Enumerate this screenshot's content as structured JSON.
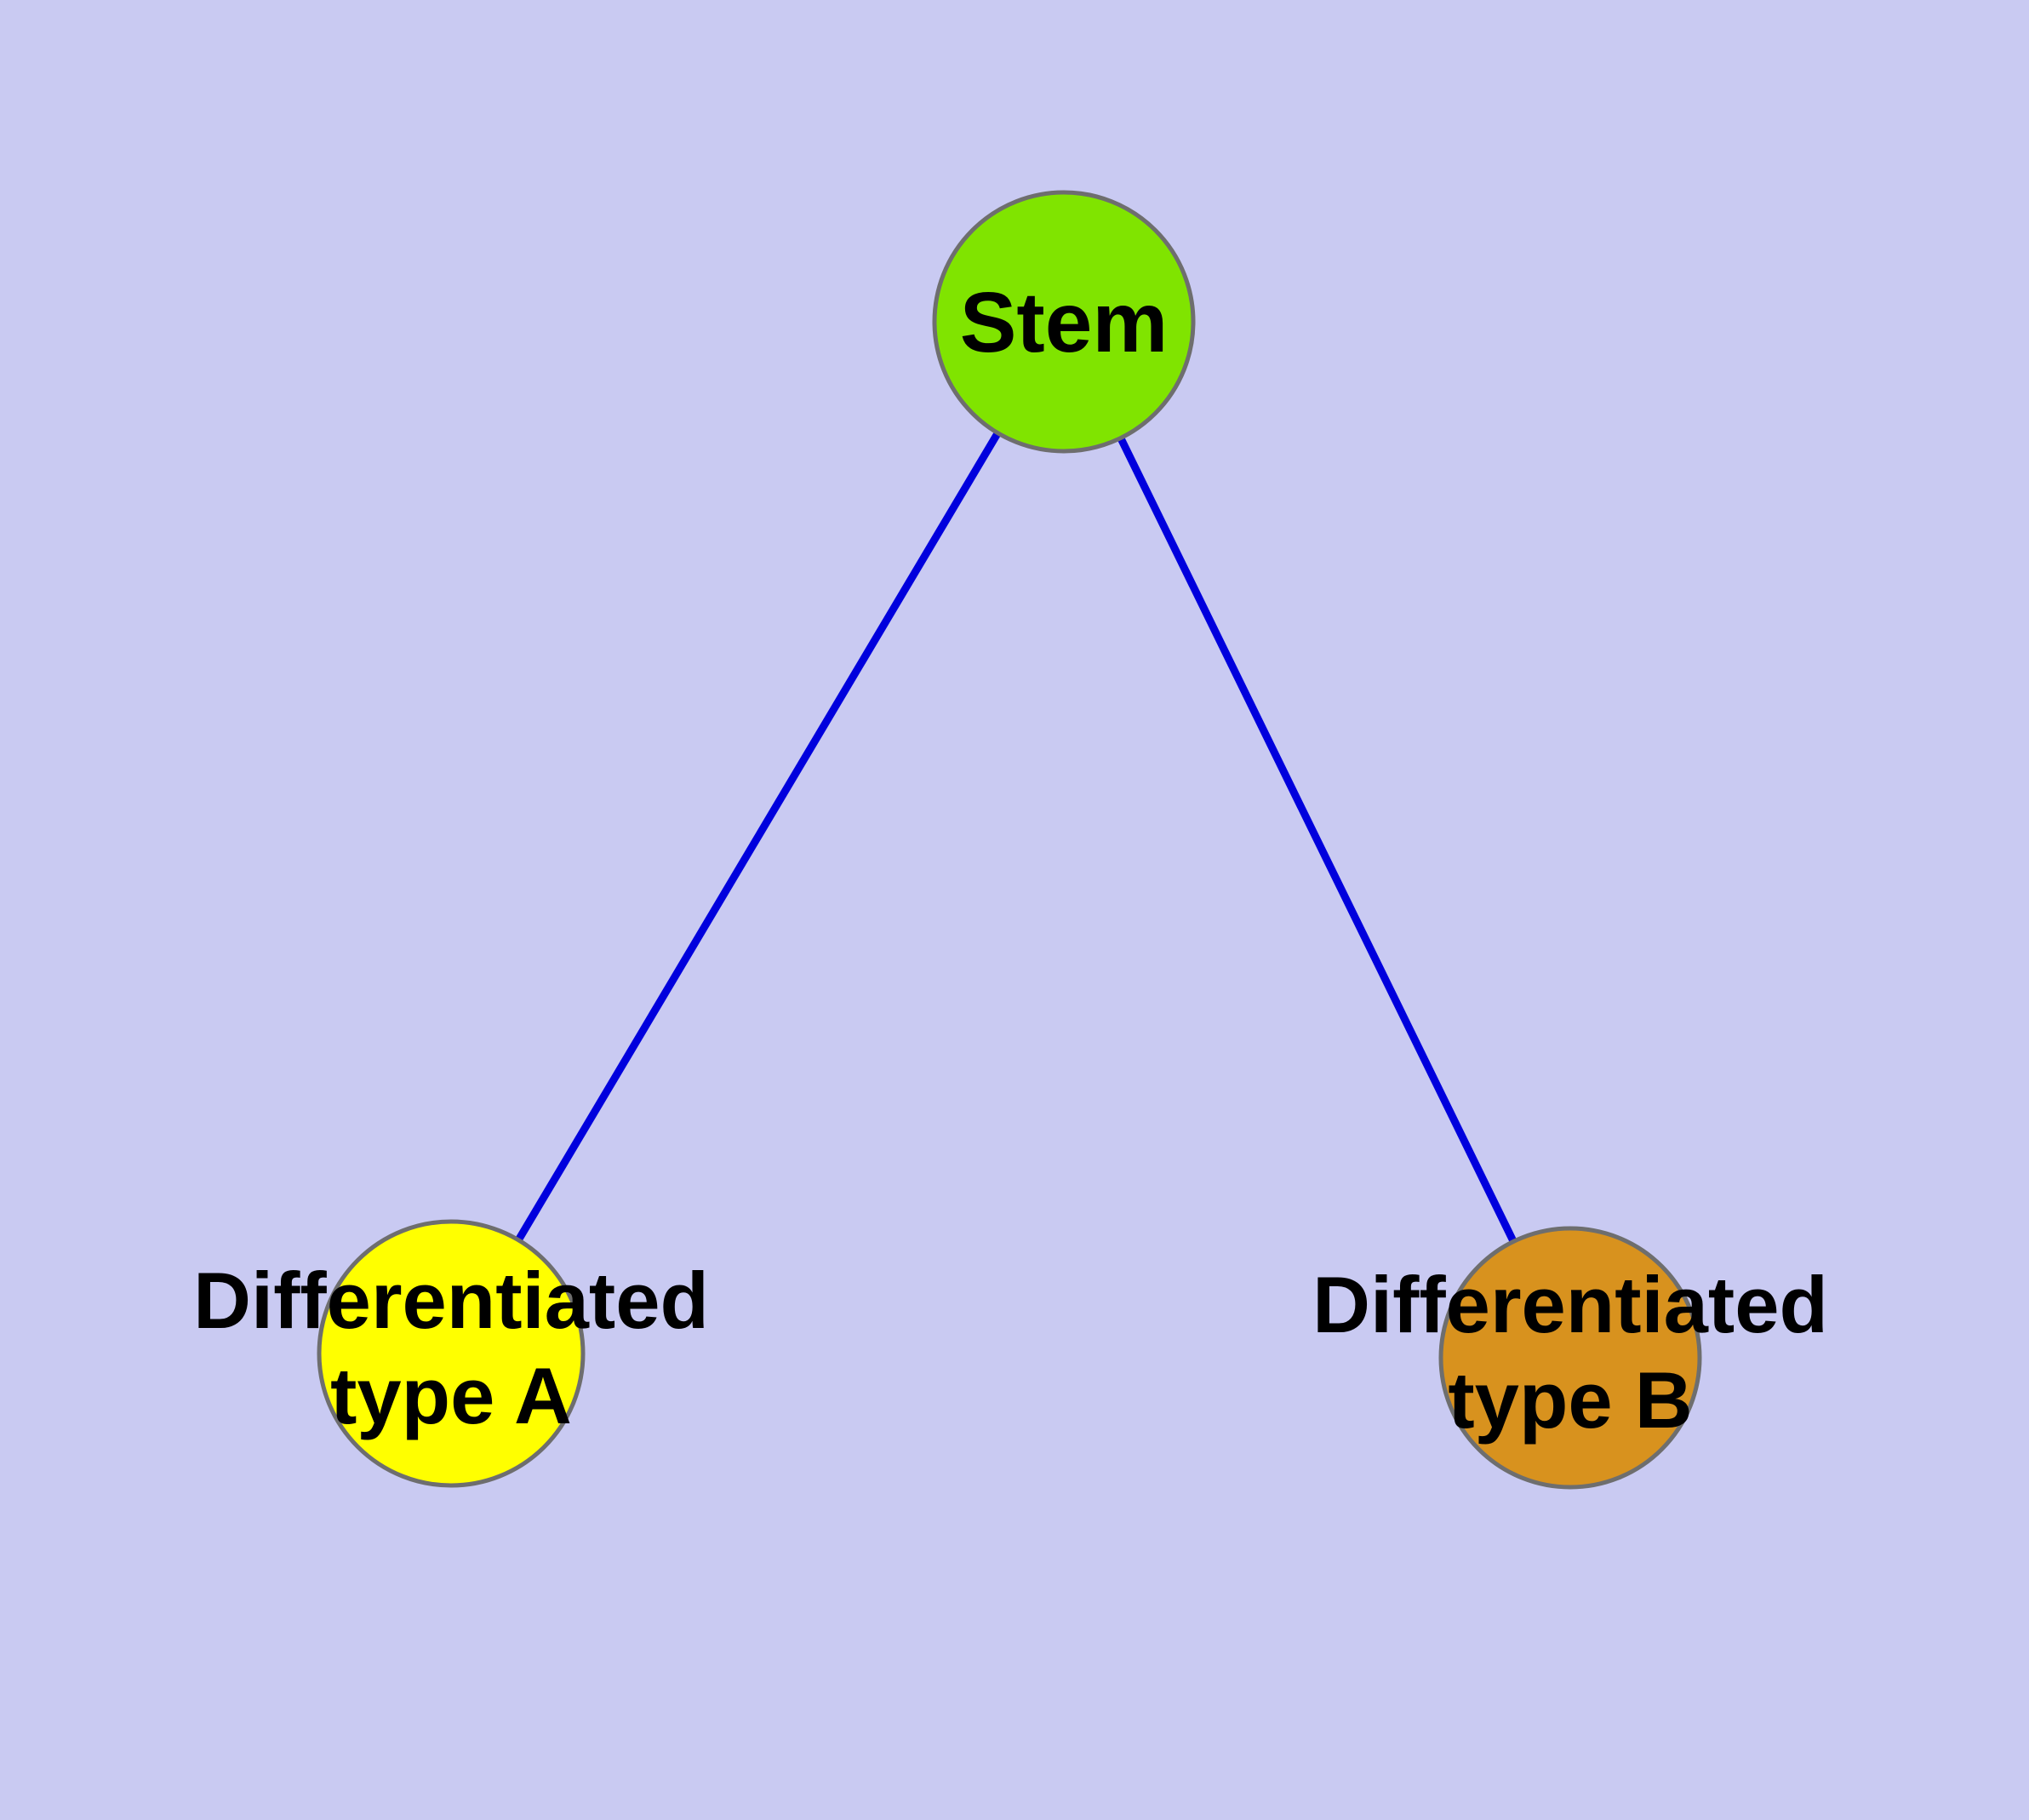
{
  "diagram": {
    "background_color": "#c9caf2",
    "edge_color": "#0000dd",
    "node_stroke_color": "#6e6e6e",
    "nodes": [
      {
        "id": "stem",
        "label": "Stem",
        "fill": "#80e400"
      },
      {
        "id": "type_a",
        "label_line1": "Differentiated",
        "label_line2": "type A",
        "fill": "#ffff00"
      },
      {
        "id": "type_b",
        "label_line1": "Differentiated",
        "label_line2": "type B",
        "fill": "#d8921e"
      }
    ],
    "edges": [
      {
        "from": "stem",
        "to": "type_a"
      },
      {
        "from": "stem",
        "to": "type_b"
      }
    ]
  }
}
